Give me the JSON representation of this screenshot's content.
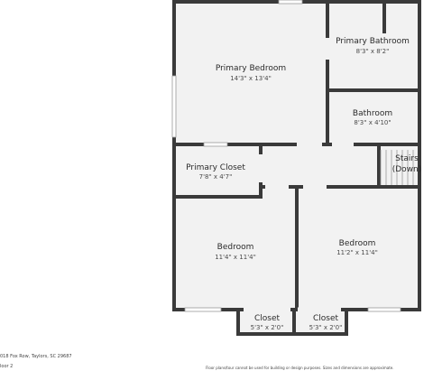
{
  "rooms": {
    "primary_bedroom": {
      "name": "Primary Bedroom",
      "dims": "14'3\" x 13'4\""
    },
    "primary_bathroom": {
      "name": "Primary Bathroom",
      "dims": "8'3\" x 8'2\""
    },
    "bathroom": {
      "name": "Bathroom",
      "dims": "8'3\" x 4'10\""
    },
    "primary_closet": {
      "name": "Primary Closet",
      "dims": "7'8\" x 4'7\""
    },
    "stairs": {
      "name_line1": "Stairs",
      "name_line2": "(Down)"
    },
    "bedroom_left": {
      "name": "Bedroom",
      "dims": "11'4\" x 11'4\""
    },
    "bedroom_right": {
      "name": "Bedroom",
      "dims": "11'2\" x 11'4\""
    },
    "closet_left": {
      "name": "Closet",
      "dims": "5'3\" x 2'0\""
    },
    "closet_right": {
      "name": "Closet",
      "dims": "5'3\" x 2'0\""
    }
  },
  "footer": {
    "address": "018 Fox Row, Taylors, SC 29687",
    "floor": "loor 2",
    "disclaimer": "Floor plans/tour cannot be used for building or design purposes. Sizes and dimensions are approximate."
  },
  "colors": {
    "wall": "#3a3a3a",
    "floor": "#f2f2f2",
    "window": "#c8c8c8"
  }
}
